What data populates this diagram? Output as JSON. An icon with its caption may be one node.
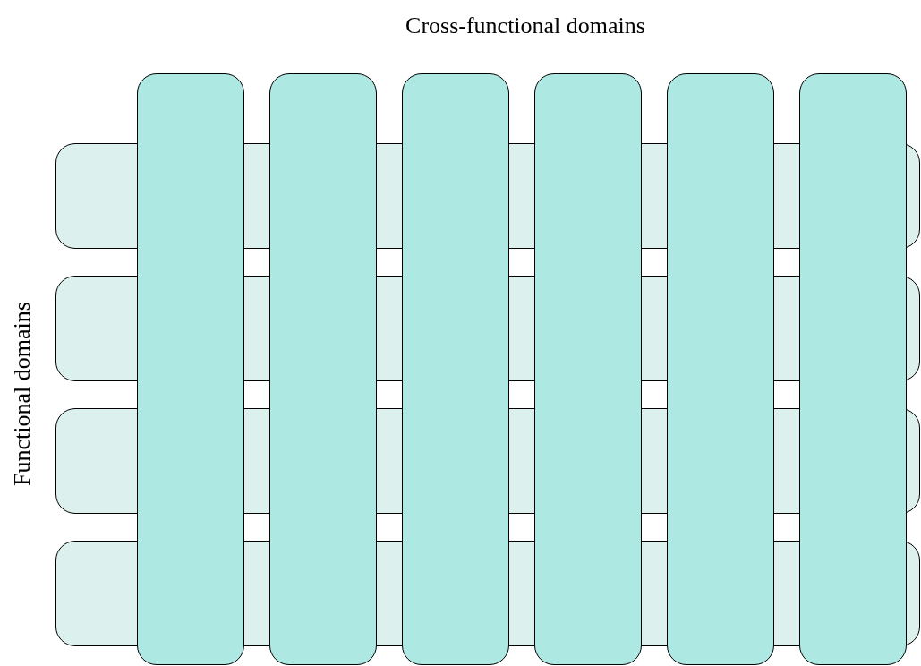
{
  "diagram": {
    "nodes": [
      {
        "text": [],
        "shape": "box"
      },
      {
        "text": [],
        "shape": "box"
      },
      {
        "text": [],
        "shape": "box"
      },
      {
        "text": [],
        "shape": "box"
      },
      {
        "text": [],
        "shape": "box"
      },
      {
        "text": [],
        "shape": "box"
      },
      {
        "text": [],
        "shape": "box"
      },
      {
        "text": [],
        "shape": "box"
      },
      {
        "text": [],
        "shape": "box"
      },
      {
        "text": [],
        "shape": "box"
      }
    ],
    "labels": [
      "Cross-functional domains",
      "Functional domains"
    ]
  }
}
